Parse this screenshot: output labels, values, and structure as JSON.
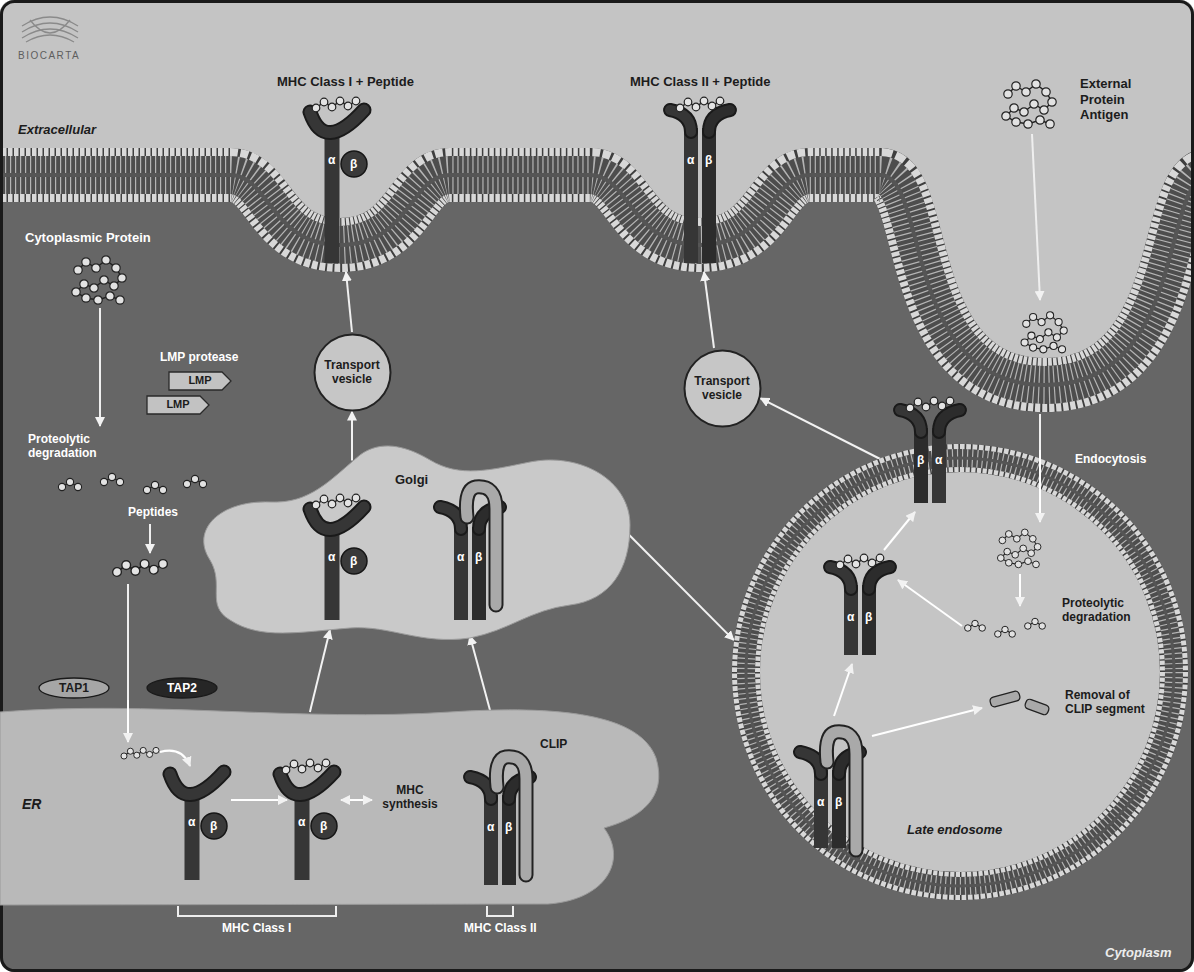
{
  "diagram": {
    "nodes": [
      {
        "text": [
          "LMP"
        ]
      },
      {
        "text": [
          "LMP"
        ]
      },
      {
        "text": [
          "Transport vesicle"
        ]
      },
      {
        "text": [
          "Transport vesicle"
        ]
      },
      {
        "text": [
          "Golgi"
        ]
      },
      {
        "text": [
          "TAP1"
        ]
      },
      {
        "text": [
          "TAP2"
        ]
      },
      {
        "text": [
          "ER"
        ]
      },
      {
        "text": [
          "Late endosome"
        ]
      }
    ],
    "edges": [
      {
        "from": 7,
        "to": 4,
        "arrow": "to"
      },
      {
        "from": 7,
        "to": 4,
        "arrow": "to"
      },
      {
        "from": 4,
        "to": 2,
        "arrow": "to"
      },
      {
        "from": 4,
        "to": 8,
        "arrow": "to"
      },
      {
        "from": 8,
        "to": 3,
        "arrow": "to"
      }
    ],
    "labels": [
      "BIOCARTA",
      "Extracellular",
      "MHC Class I + Peptide",
      "MHC Class II + Peptide",
      "External Protein Antigen",
      "Cytoplasmic Protein",
      "LMP protease",
      "Proteolytic degradation",
      "Peptides",
      "MHC synthesis",
      "CLIP",
      "MHC Class I",
      "MHC Class II",
      "Endocytosis",
      "Proteolytic degradation",
      "Removal of CLIP segment",
      "Cytoplasm",
      "α",
      "β",
      "α",
      "β",
      "α",
      "β",
      "α",
      "β",
      "α",
      "β",
      "α",
      "β",
      "α",
      "β",
      "β",
      "α",
      "α",
      "β",
      "α",
      "β"
    ]
  }
}
